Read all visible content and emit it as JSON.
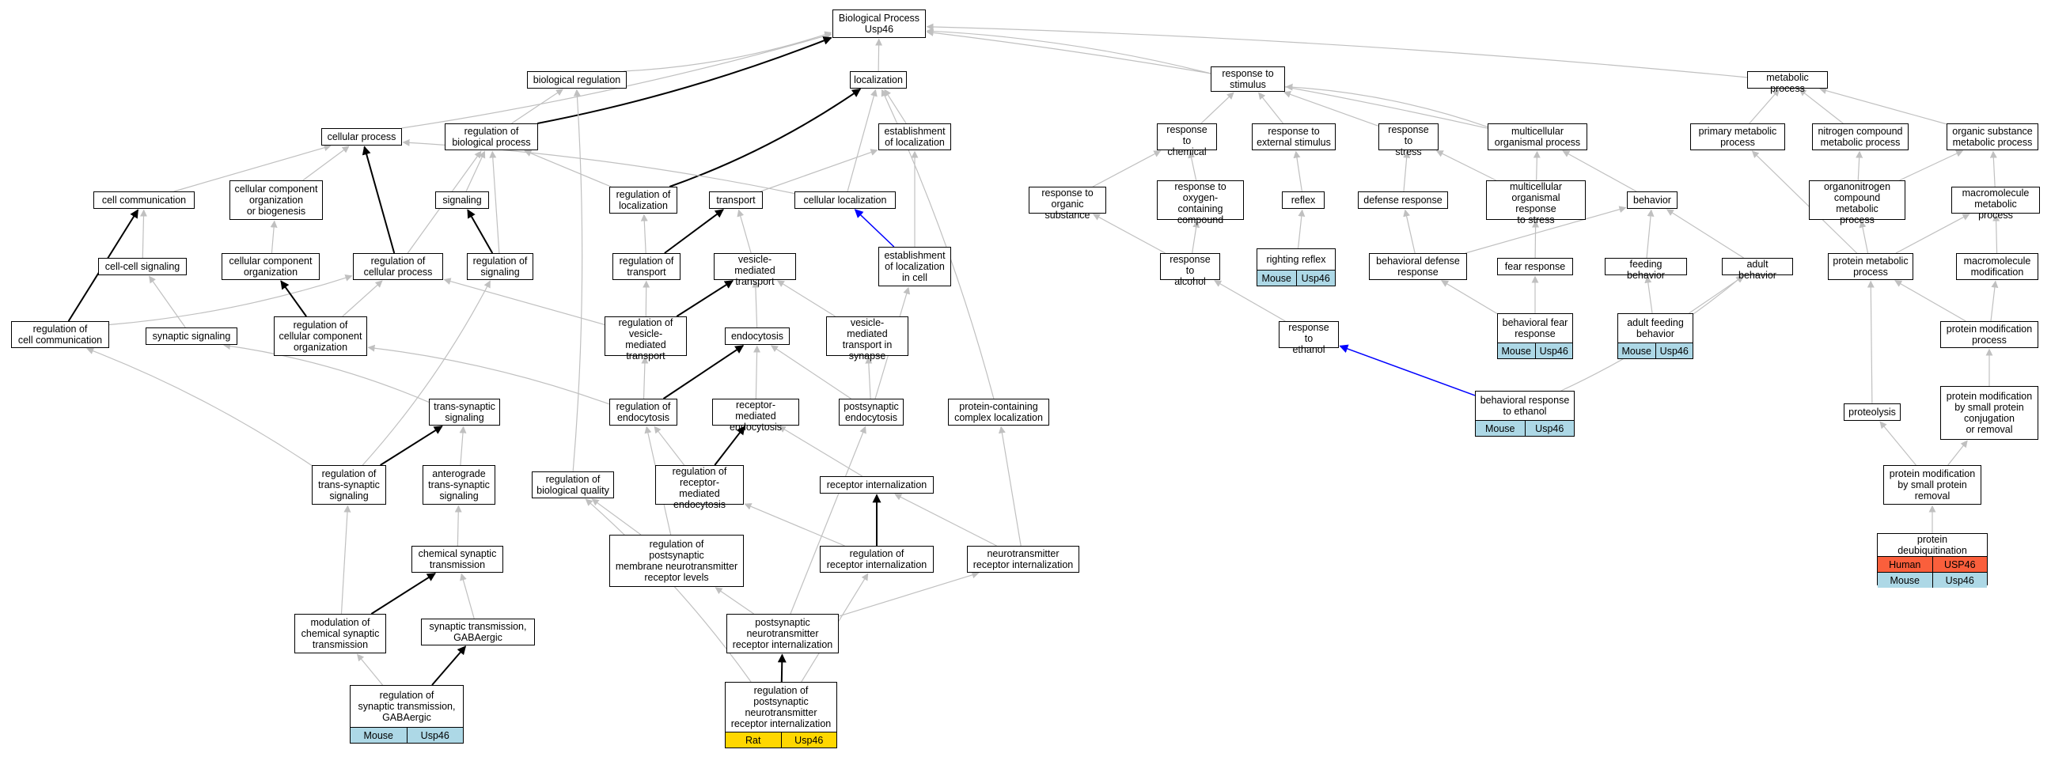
{
  "colors": {
    "mouse": "#add8e6",
    "rat": "#ffd700",
    "human": "#fa5f3c",
    "edge_default": "#c0c0c0",
    "edge_strong": "#000000",
    "edge_blue": "#0000ff"
  },
  "nodes": {
    "bp": {
      "label": "Biological Process\nUsp46"
    },
    "breg": {
      "label": "biological regulation"
    },
    "loc": {
      "label": "localization"
    },
    "rstim": {
      "label": "response to\nstimulus"
    },
    "metab": {
      "label": "metabolic process"
    },
    "cellp": {
      "label": "cellular process"
    },
    "regbp": {
      "label": "regulation of\nbiological process"
    },
    "estloc": {
      "label": "establishment\nof localization"
    },
    "rchem": {
      "label": "response to\nchemical"
    },
    "rext": {
      "label": "response to\nexternal stimulus"
    },
    "rstress": {
      "label": "response to\nstress"
    },
    "multorg": {
      "label": "multicellular\norganismal process"
    },
    "primet": {
      "label": "primary metabolic\nprocess"
    },
    "nitro": {
      "label": "nitrogen compound\nmetabolic process"
    },
    "orgsub": {
      "label": "organic substance\nmetabolic process"
    },
    "cellcomm": {
      "label": "cell communication"
    },
    "ccorg": {
      "label": "cellular component\norganization\nor biogenesis"
    },
    "signal": {
      "label": "signaling"
    },
    "regloc": {
      "label": "regulation of\nlocalization"
    },
    "transport": {
      "label": "transport"
    },
    "cellloc": {
      "label": "cellular localization"
    },
    "rorg": {
      "label": "response to\norganic substance"
    },
    "roxy": {
      "label": "response to\noxygen-containing\ncompound"
    },
    "reflex": {
      "label": "reflex"
    },
    "defresp": {
      "label": "defense response"
    },
    "multstress": {
      "label": "multicellular\norganismal response\nto stress"
    },
    "behavior": {
      "label": "behavior"
    },
    "orgnitro": {
      "label": "organonitrogen\ncompound metabolic\nprocess"
    },
    "macromet": {
      "label": "macromolecule\nmetabolic process"
    },
    "ccsig": {
      "label": "cell-cell signaling"
    },
    "ccorg2": {
      "label": "cellular component\norganization"
    },
    "regcp": {
      "label": "regulation of\ncellular process"
    },
    "regsig": {
      "label": "regulation of\nsignaling"
    },
    "regtrans": {
      "label": "regulation of\ntransport"
    },
    "vmt": {
      "label": "vesicle-mediated\ntransport"
    },
    "estcell": {
      "label": "establishment\nof localization\nin cell"
    },
    "ralc": {
      "label": "response to\nalcohol"
    },
    "righting": {
      "label": "righting reflex",
      "species": [
        [
          "Mouse",
          "Usp46"
        ]
      ]
    },
    "behdef": {
      "label": "behavioral defense\nresponse"
    },
    "fear": {
      "label": "fear response"
    },
    "feeding": {
      "label": "feeding behavior"
    },
    "adultbeh": {
      "label": "adult behavior"
    },
    "protmet": {
      "label": "protein metabolic\nprocess"
    },
    "macromod": {
      "label": "macromolecule\nmodification"
    },
    "regcc": {
      "label": "regulation of\ncell communication"
    },
    "synsig": {
      "label": "synaptic signaling"
    },
    "regccorg": {
      "label": "regulation of\ncellular component\norganization"
    },
    "regvmt": {
      "label": "regulation of\nvesicle-mediated\ntransport"
    },
    "endo": {
      "label": "endocytosis"
    },
    "vmtsyn": {
      "label": "vesicle-mediated\ntransport in\nsynapse"
    },
    "rethanol": {
      "label": "response to\nethanol"
    },
    "behfear": {
      "label": "behavioral fear\nresponse",
      "species": [
        [
          "Mouse",
          "Usp46"
        ]
      ]
    },
    "adultfeed": {
      "label": "adult feeding\nbehavior",
      "species": [
        [
          "Mouse",
          "Usp46"
        ]
      ]
    },
    "protmod": {
      "label": "protein modification\nprocess"
    },
    "transsyn": {
      "label": "trans-synaptic\nsignaling"
    },
    "regendo": {
      "label": "regulation of\nendocytosis"
    },
    "rme": {
      "label": "receptor-mediated\nendocytosis"
    },
    "postendo": {
      "label": "postsynaptic\nendocytosis"
    },
    "pccl": {
      "label": "protein-containing\ncomplex localization"
    },
    "behethanol": {
      "label": "behavioral response\nto ethanol",
      "species": [
        [
          "Mouse",
          "Usp46"
        ]
      ]
    },
    "pmconj": {
      "label": "protein modification\nby small protein\nconjugation\nor removal"
    },
    "proteolysis": {
      "label": "proteolysis"
    },
    "regts": {
      "label": "regulation of\ntrans-synaptic\nsignaling"
    },
    "antero": {
      "label": "anterograde\ntrans-synaptic\nsignaling"
    },
    "regbq": {
      "label": "regulation of\nbiological quality"
    },
    "regrme": {
      "label": "regulation of\nreceptor-mediated\nendocytosis"
    },
    "recint": {
      "label": "receptor internalization"
    },
    "pmrem": {
      "label": "protein modification\nby small protein\nremoval"
    },
    "chemsyn": {
      "label": "chemical synaptic\ntransmission"
    },
    "regpost": {
      "label": "regulation of\npostsynaptic\nmembrane neurotransmitter\nreceptor levels"
    },
    "regrecint": {
      "label": "regulation of\nreceptor internalization"
    },
    "ntrecint": {
      "label": "neurotransmitter\nreceptor internalization"
    },
    "deubiq": {
      "label": "protein deubiquitination",
      "species": [
        [
          "Human",
          "USP46"
        ],
        [
          "Mouse",
          "Usp46"
        ]
      ]
    },
    "modchem": {
      "label": "modulation of\nchemical synaptic\ntransmission"
    },
    "gaba": {
      "label": "synaptic transmission,\nGABAergic"
    },
    "postnt": {
      "label": "postsynaptic\nneurotransmitter\nreceptor internalization"
    },
    "reggaba": {
      "label": "regulation of\nsynaptic transmission,\nGABAergic",
      "species": [
        [
          "Mouse",
          "Usp46"
        ]
      ]
    },
    "regpostnt": {
      "label": "regulation of\npostsynaptic\nneurotransmitter\nreceptor internalization",
      "species": [
        [
          "Rat",
          "Usp46"
        ]
      ]
    }
  }
}
